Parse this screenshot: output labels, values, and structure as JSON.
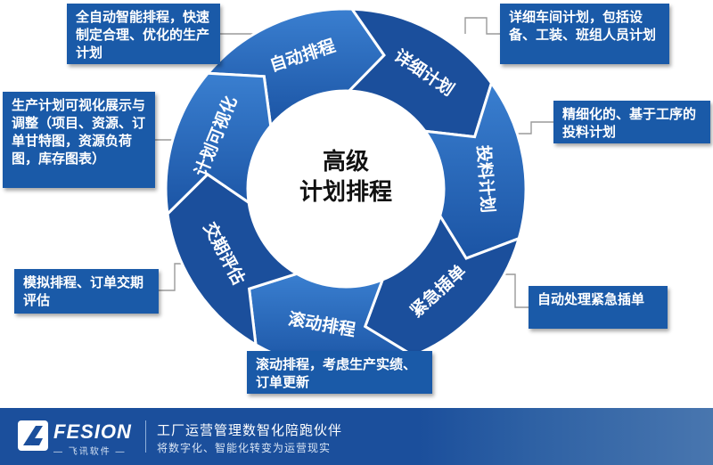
{
  "center": {
    "line1": "高级",
    "line2": "计划排程"
  },
  "segments": [
    {
      "id": "auto",
      "label": "自动排程"
    },
    {
      "id": "detail",
      "label": "详细计划"
    },
    {
      "id": "feed",
      "label": "投料计划"
    },
    {
      "id": "urgent",
      "label": "紧急插单"
    },
    {
      "id": "rolling",
      "label": "滚动排程"
    },
    {
      "id": "delivery",
      "label": "交期评估"
    },
    {
      "id": "visual",
      "label": "计划可视化"
    }
  ],
  "callouts": {
    "auto": "全自动智能排程，快速制定合理、优化的生产计划",
    "detail": "详细车间计划，包括设备、工装、班组人员计划",
    "feed": "精细化的、基于工序的投料计划",
    "urgent": "自动处理紧急插单",
    "rolling": "滚动排程，考虑生产实绩、订单更新",
    "delivery": "模拟排程、订单交期评估",
    "visual": "生产计划可视化展示与调整（项目、资源、订单甘特图，资源负荷图，库存图表）"
  },
  "footer": {
    "brand": "FESION",
    "brand_sub": "— 飞讯软件 —",
    "slogan": "工厂运营管理数智化陪跑伙伴",
    "slogan_sub": "将数字化、智能化转变为运营现实"
  },
  "colors": {
    "primary": "#1a5aa8",
    "ring": "#2d70c0",
    "ring_dark": "#1b4f9c",
    "connector": "#9a9a9a"
  }
}
